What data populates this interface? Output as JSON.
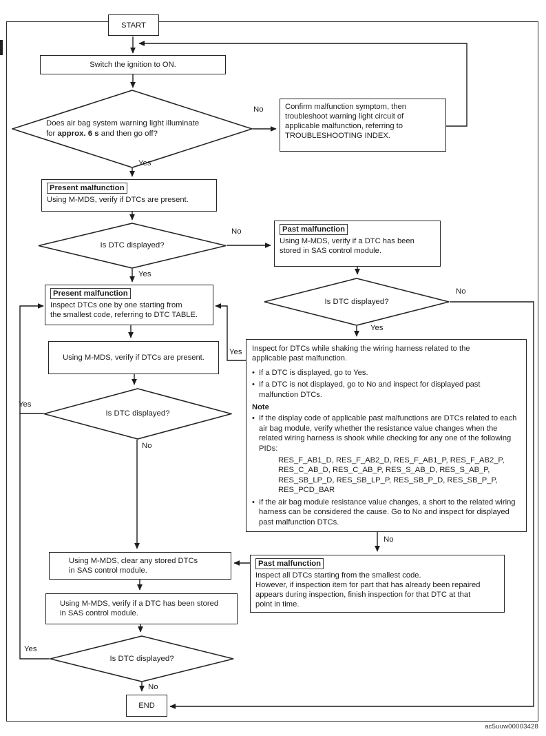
{
  "watermark": "ac5uuw00003428",
  "labels": {
    "yes": "Yes",
    "no": "No"
  },
  "bullet": "•",
  "diamond_question": "Is DTC displayed?",
  "nodes": {
    "start": "START",
    "switch_ignition": "Switch the ignition to ON.",
    "warning_light_check": {
      "line1": "Does air bag system warning light illuminate",
      "line2_pre": "for ",
      "line2_bold": "approx. 6 s",
      "line2_post": " and then go off?"
    },
    "confirm_malfunction": {
      "lines": [
        "Confirm malfunction symptom, then",
        "troubleshoot warning light circuit of",
        "applicable malfunction, referring to",
        "TROUBLESHOOTING INDEX."
      ]
    },
    "present_malfunction_1": {
      "tag": "Present malfunction",
      "text": "Using M-MDS, verify if DTCs are present."
    },
    "past_malfunction_1": {
      "tag": "Past malfunction",
      "lines": [
        "Using M-MDS, verify if a DTC has been",
        "stored in SAS control module."
      ]
    },
    "present_malfunction_2": {
      "tag": "Present malfunction",
      "lines": [
        "Inspect DTCs one by one starting from",
        "the smallest code, referring to DTC TABLE."
      ]
    },
    "verify_present": "Using M-MDS, verify if DTCs are present.",
    "shake_note": {
      "intro_lines": [
        "Inspect for DTCs while shaking the wiring harness related to the",
        "applicable past malfunction."
      ],
      "bullet1": "If a DTC is displayed, go to Yes.",
      "bullet2": "If a DTC is not displayed, go to No and inspect for displayed past malfunction DTCs.",
      "note_heading": "Note",
      "bullet3": "If the display code of applicable past malfunctions are DTCs related to each air bag module, verify whether the resistance value changes when the related wiring harness is shook while checking for any one of the following PIDs:",
      "pids_lines": [
        "RES_F_AB1_D, RES_F_AB2_D, RES_F_AB1_P, RES_F_AB2_P,",
        "RES_C_AB_D, RES_C_AB_P, RES_S_AB_D, RES_S_AB_P,",
        "RES_SB_LP_D, RES_SB_LP_P, RES_SB_P_D, RES_SB_P_P,",
        "RES_PCD_BAR"
      ],
      "bullet4": "If the air bag module resistance value changes, a short to the related wiring harness can be considered the cause. Go to No and inspect for displayed past malfunction DTCs."
    },
    "clear_dtc": {
      "lines": [
        "Using M-MDS, clear any stored DTCs",
        "in SAS control module."
      ]
    },
    "verify_stored": {
      "lines": [
        "Using M-MDS, verify if a DTC has been stored",
        "in SAS control module."
      ]
    },
    "past_malfunction_2": {
      "tag": "Past malfunction",
      "lines": [
        "Inspect all DTCs starting from the smallest code.",
        "However, if inspection item for part that has already been repaired",
        "appears during inspection, finish inspection for that DTC at that",
        "point in time."
      ]
    },
    "end": "END"
  }
}
